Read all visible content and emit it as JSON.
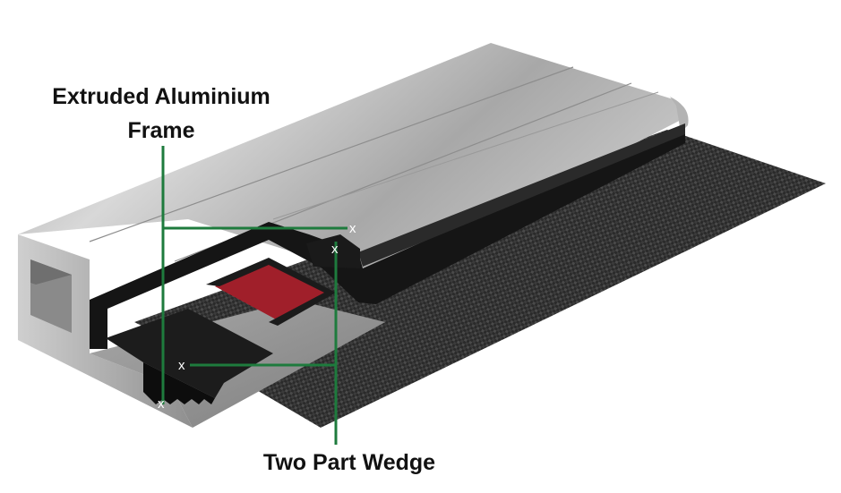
{
  "labels": {
    "frame_line1": "Extruded Aluminium",
    "frame_line2": "Frame",
    "wedge": "Two Part Wedge"
  },
  "markers": [
    "x",
    "x",
    "x",
    "x"
  ],
  "colors": {
    "aluminium": "#b9b9b9",
    "carbon_fibre": "#2b2b2b",
    "rubber": "#151515",
    "gasket_red": "#a01f2a",
    "callout": "#1e7b3d"
  }
}
